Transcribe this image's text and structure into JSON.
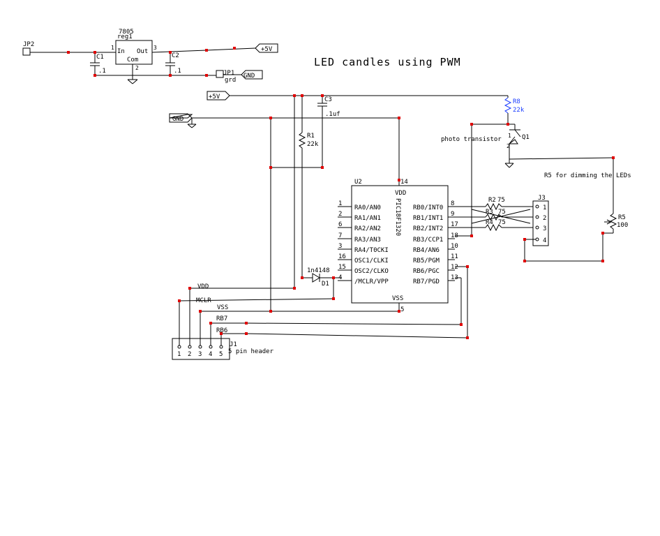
{
  "title": "LED candles using PWM",
  "colors": {
    "wire": "#000000",
    "node": "#e00000",
    "highlight": "#1a3cff"
  },
  "top_section": {
    "jp2": "JP2",
    "reg_part": "7805",
    "reg_ref": "reg1",
    "reg_in": "In",
    "reg_out": "Out",
    "reg_com": "Com",
    "reg_pin1": "1",
    "reg_pin2": "2",
    "reg_pin3": "3",
    "c1": "C1",
    "c1_val": ".1",
    "c2": "C2",
    "c2_val": ".1",
    "plus5v": "+5V",
    "jp1": "JP1",
    "grd": "grd",
    "gnd": "GND"
  },
  "left_rails": {
    "plus5v": "+5V",
    "gnd": "GND",
    "c3": "C3",
    "c3_val": ".1uf",
    "r1": "R1",
    "r1_val": "22k",
    "d1": "D1",
    "d1_part": "1n4148"
  },
  "mcu": {
    "ref": "U2",
    "name": "PIC18F1320",
    "vdd": "VDD",
    "vdd_pin": "14",
    "vss": "VSS",
    "vss_pin": "5",
    "left_pins": [
      {
        "num": "1",
        "name": "RA0/AN0"
      },
      {
        "num": "2",
        "name": "RA1/AN1"
      },
      {
        "num": "6",
        "name": "RA2/AN2"
      },
      {
        "num": "7",
        "name": "RA3/AN3"
      },
      {
        "num": "3",
        "name": "RA4/T0CKI"
      },
      {
        "num": "16",
        "name": "OSC1/CLKI"
      },
      {
        "num": "15",
        "name": "OSC2/CLKO"
      },
      {
        "num": "4",
        "name": "/MCLR/VPP"
      }
    ],
    "right_pins": [
      {
        "num": "8",
        "name": "RB0/INT0"
      },
      {
        "num": "9",
        "name": "RB1/INT1"
      },
      {
        "num": "17",
        "name": "RB2/INT2"
      },
      {
        "num": "18",
        "name": "RB3/CCP1"
      },
      {
        "num": "10",
        "name": "RB4/AN6"
      },
      {
        "num": "11",
        "name": "RB5/PGM"
      },
      {
        "num": "12",
        "name": "RB6/PGC"
      },
      {
        "num": "13",
        "name": "RB7/PGD"
      }
    ]
  },
  "right_section": {
    "r8": "R8",
    "r8_val": "22k",
    "q1": "Q1",
    "q1_pin1": "1",
    "q1_pin2": "2",
    "photo_label": "photo transistor",
    "r5_note": "R5 for dimming the LEDs",
    "r5": "R5",
    "r5_val": "100",
    "r2": "R2",
    "r2_val": "75",
    "r3": "R3",
    "r3_val": "75",
    "r4": "R4",
    "r4_val": "75",
    "j3": "J3",
    "j3_pins": [
      "1",
      "2",
      "3",
      "4"
    ]
  },
  "header": {
    "ref": "J1",
    "desc": "5 pin header",
    "pins": [
      "1",
      "2",
      "3",
      "4",
      "5"
    ],
    "net_vdd": "VDD",
    "net_mclr": "MCLR",
    "net_vss": "VSS",
    "net_rb7": "RB7",
    "net_rb6": "RB6"
  }
}
